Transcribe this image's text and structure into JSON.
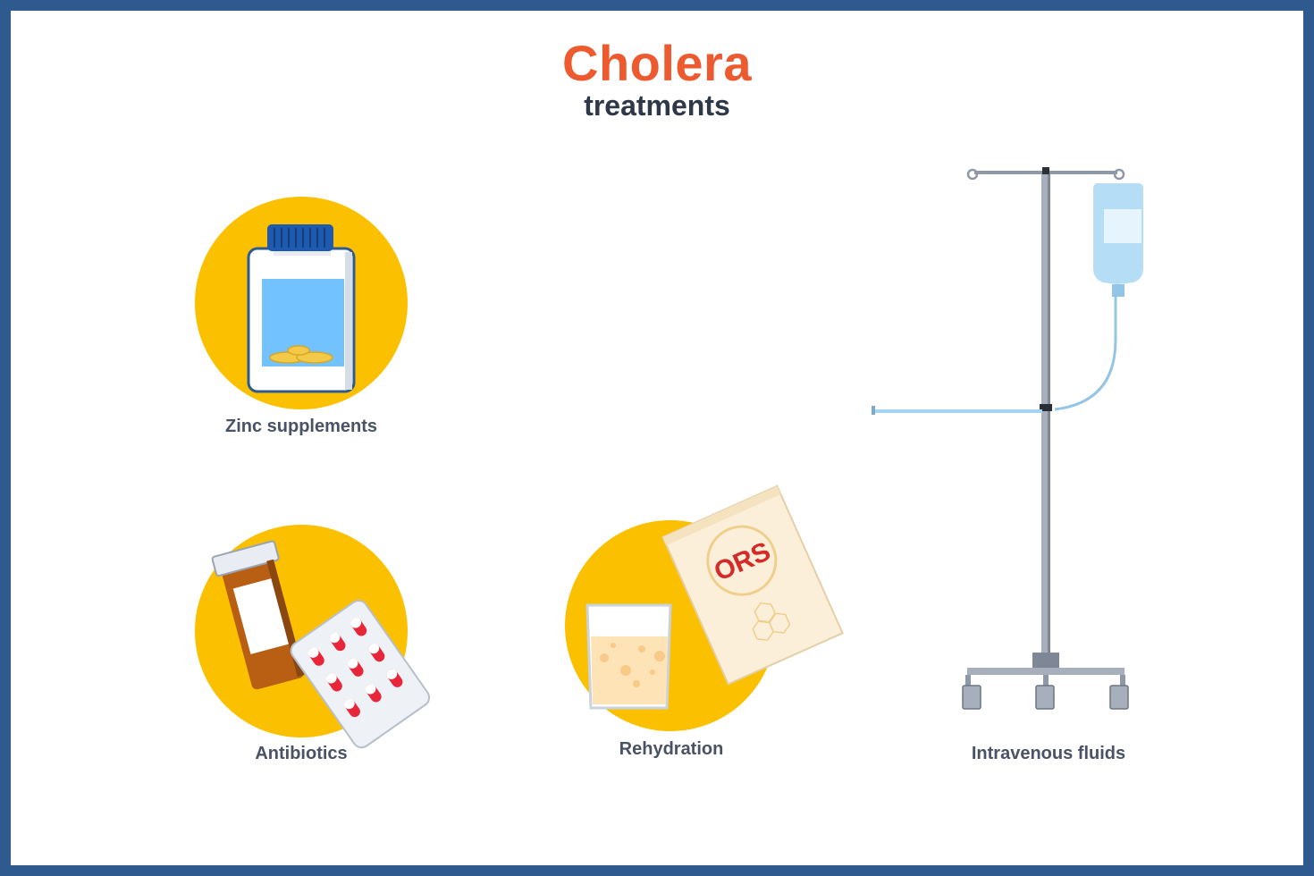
{
  "header": {
    "title": "Cholera",
    "subtitle": "treatments"
  },
  "treatments": [
    {
      "label": "Zinc supplements",
      "icon": "zinc-bottle-icon"
    },
    {
      "label": "Antibiotics",
      "icon": "pill-bottle-blister-icon"
    },
    {
      "label": "Rehydration",
      "icon": "ors-packet-glass-icon"
    },
    {
      "label": "Intravenous fluids",
      "icon": "iv-drip-stand-icon"
    }
  ],
  "ors_packet": {
    "text": "ORS"
  },
  "colors": {
    "frame": "#2f5a8f",
    "title": "#ee5a2f",
    "circle": "#fbc000",
    "label": "#4a5266"
  }
}
